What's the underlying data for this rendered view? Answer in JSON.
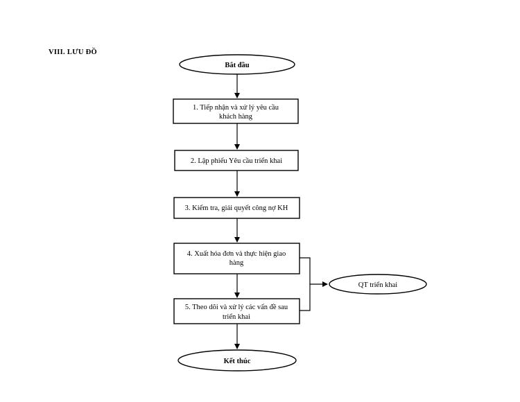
{
  "heading": "VIII.  LƯU ĐỒ",
  "nodes": {
    "start": "Bắt đầu",
    "step1": [
      "1. Tiếp nhận và xử lý yêu cầu",
      "khách hàng"
    ],
    "step2": "2. Lập phiếu Yêu cầu triển khai",
    "step3": "3. Kiểm tra, giải quyết công nợ KH",
    "step4": [
      "4. Xuất hóa đơn và thực hiện giao",
      "hàng"
    ],
    "step5": [
      "5. Theo dõi và xử lý các vấn đề sau",
      "triển khai"
    ],
    "end": "Kết thúc",
    "side": "QT triển khai"
  }
}
